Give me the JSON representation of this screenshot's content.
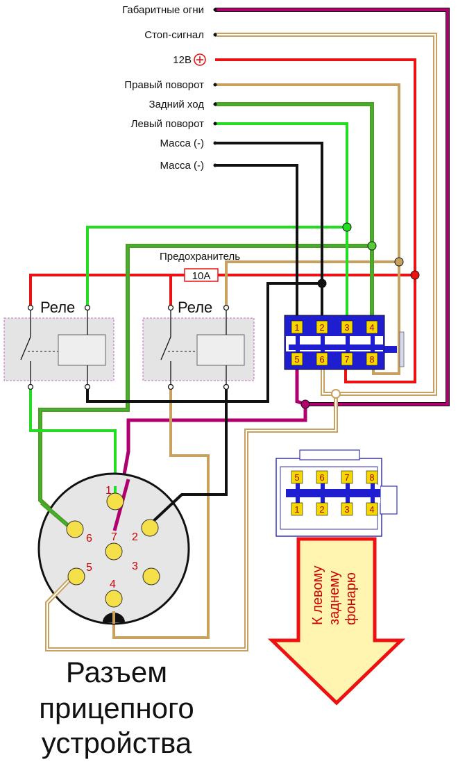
{
  "colors": {
    "purple": "#b0006e",
    "tan": "#c8a060",
    "red": "#ee1111",
    "green_light": "#22dd22",
    "green_dark": "#559922",
    "black": "#111111",
    "relay_box": "#e0e0e0",
    "connector_blue": "#1e1ed0",
    "pin_yellow": "#f5d800",
    "arrow_fill": "#fff5b0",
    "arrow_stroke": "#ee1111"
  },
  "wires": [
    {
      "label": "Габаритные огни"
    },
    {
      "label": "Стоп-сигнал"
    },
    {
      "label": "12В"
    },
    {
      "label": "Правый поворот"
    },
    {
      "label": "Задний ход"
    },
    {
      "label": "Левый поворот"
    },
    {
      "label": "Масса (-)"
    },
    {
      "label": "Масса (-)"
    }
  ],
  "fuse": {
    "title": "Предохранитель",
    "rating": "10А"
  },
  "relays": [
    {
      "label": "Реле"
    },
    {
      "label": "Реле"
    }
  ],
  "connector_top": {
    "pins": [
      "1",
      "2",
      "3",
      "4",
      "5",
      "6",
      "7",
      "8"
    ]
  },
  "connector_small": {
    "top_row": [
      "5",
      "6",
      "7",
      "8"
    ],
    "bottom_row": [
      "1",
      "2",
      "3",
      "4"
    ]
  },
  "arrow": {
    "lines": [
      "К левому",
      "заднему",
      "фонарю"
    ]
  },
  "socket": {
    "pins": [
      "1",
      "2",
      "3",
      "4",
      "5",
      "6",
      "7"
    ],
    "title_lines": [
      "Разъем",
      "прицепного",
      "устройства"
    ]
  }
}
